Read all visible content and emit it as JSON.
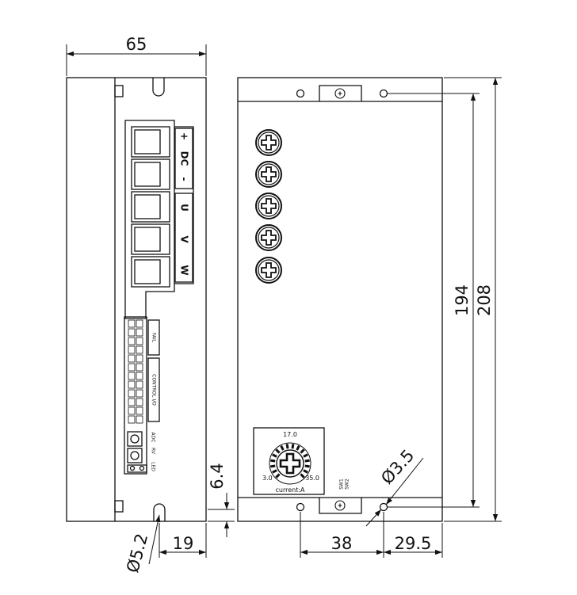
{
  "dimensions": {
    "width_top": "65",
    "height_mount": "194",
    "height_total": "208",
    "flange": "6.4",
    "slot_offset": "19",
    "slot_diameter": "Ø5.2",
    "hole_spacing": "38",
    "hole_edge": "29.5",
    "hole_diameter": "Ø3.5"
  },
  "terminals": {
    "plus": "+",
    "dc": "DC",
    "minus": "-",
    "u": "U",
    "v": "V",
    "w": "W"
  },
  "connector_labels": {
    "fail": "FAIL",
    "control_io": "CONTROL I/O",
    "adc": "ADC",
    "rv": "RV",
    "led": "LED"
  },
  "dial": {
    "top": "17.0",
    "min": "3.0",
    "max": "35.0",
    "caption": "current:A"
  },
  "switches": {
    "sw1": "SW1",
    "sw2": "SW2"
  },
  "colors": {
    "line": "#111111",
    "background": "#ffffff"
  }
}
